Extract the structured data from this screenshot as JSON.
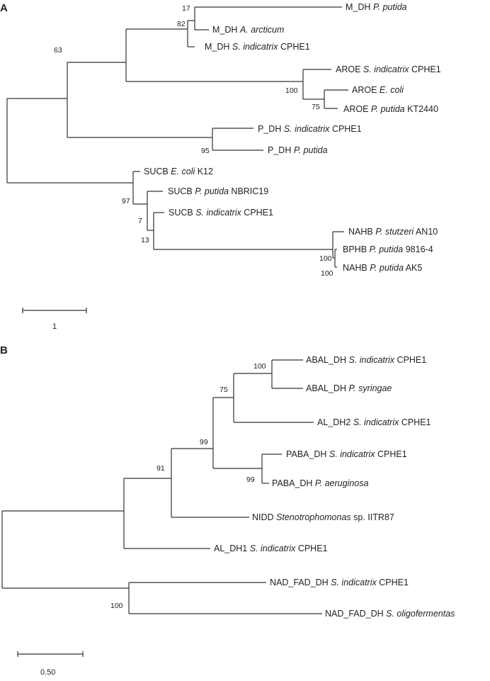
{
  "panels": {
    "a": {
      "letter": "A",
      "taxa": [
        [
          {
            "t": "M_DH "
          },
          {
            "t": "P. putida",
            "i": true
          }
        ],
        [
          {
            "t": "M_DH "
          },
          {
            "t": "A. arcticum",
            "i": true
          }
        ],
        [
          {
            "t": "M_DH "
          },
          {
            "t": "S. indicatrix",
            "i": true
          },
          {
            "t": " CPHE1"
          }
        ],
        [
          {
            "t": "AROE "
          },
          {
            "t": "S. indicatrix",
            "i": true
          },
          {
            "t": " CPHE1"
          }
        ],
        [
          {
            "t": "AROE "
          },
          {
            "t": "E. coli",
            "i": true
          }
        ],
        [
          {
            "t": "AROE "
          },
          {
            "t": "P. putida",
            "i": true
          },
          {
            "t": " KT2440"
          }
        ],
        [
          {
            "t": "P_DH "
          },
          {
            "t": "S. indicatrix",
            "i": true
          },
          {
            "t": " CPHE1"
          }
        ],
        [
          {
            "t": "P_DH "
          },
          {
            "t": "P. putida",
            "i": true
          }
        ],
        [
          {
            "t": "SUCB "
          },
          {
            "t": "E. coli",
            "i": true
          },
          {
            "t": " K12"
          }
        ],
        [
          {
            "t": "SUCB "
          },
          {
            "t": "P. putida",
            "i": true
          },
          {
            "t": " NBRIC19"
          }
        ],
        [
          {
            "t": "SUCB "
          },
          {
            "t": "S. indicatrix",
            "i": true
          },
          {
            "t": " CPHE1"
          }
        ],
        [
          {
            "t": "NAHB "
          },
          {
            "t": "P. stutzeri",
            "i": true
          },
          {
            "t": " AN10"
          }
        ],
        [
          {
            "t": "BPHB "
          },
          {
            "t": "P. putida",
            "i": true
          },
          {
            "t": " 9816-4"
          }
        ],
        [
          {
            "t": "NAHB "
          },
          {
            "t": "P. putida",
            "i": true
          },
          {
            "t": " AK5"
          }
        ]
      ],
      "bootstrap": [
        "17",
        "82",
        "63",
        "100",
        "75",
        "95",
        "97",
        "7",
        "13",
        "100",
        "100"
      ],
      "scale_label": "1"
    },
    "b": {
      "letter": "B",
      "taxa": [
        [
          {
            "t": "ABAL_DH "
          },
          {
            "t": "S. indicatrix",
            "i": true
          },
          {
            "t": " CPHE1"
          }
        ],
        [
          {
            "t": "ABAL_DH "
          },
          {
            "t": "P. syringae",
            "i": true
          }
        ],
        [
          {
            "t": "AL_DH2 "
          },
          {
            "t": "S. indicatrix",
            "i": true
          },
          {
            "t": " CPHE1"
          }
        ],
        [
          {
            "t": "PABA_DH "
          },
          {
            "t": "S. indicatrix",
            "i": true
          },
          {
            "t": " CPHE1"
          }
        ],
        [
          {
            "t": "PABA_DH "
          },
          {
            "t": "P. aeruginosa",
            "i": true
          }
        ],
        [
          {
            "t": "NIDD "
          },
          {
            "t": "Stenotrophomonas",
            "i": true
          },
          {
            "t": " sp. IITR87"
          }
        ],
        [
          {
            "t": "AL_DH1 "
          },
          {
            "t": "S. indicatrix",
            "i": true
          },
          {
            "t": " CPHE1"
          }
        ],
        [
          {
            "t": "NAD_FAD_DH "
          },
          {
            "t": "S. indicatrix",
            "i": true
          },
          {
            "t": " CPHE1"
          }
        ],
        [
          {
            "t": "NAD_FAD_DH "
          },
          {
            "t": "S. oligofermentas",
            "i": true
          }
        ]
      ],
      "bootstrap": [
        "100",
        "75",
        "99",
        "99",
        "91",
        "100"
      ],
      "scale_label": "0.50"
    }
  }
}
